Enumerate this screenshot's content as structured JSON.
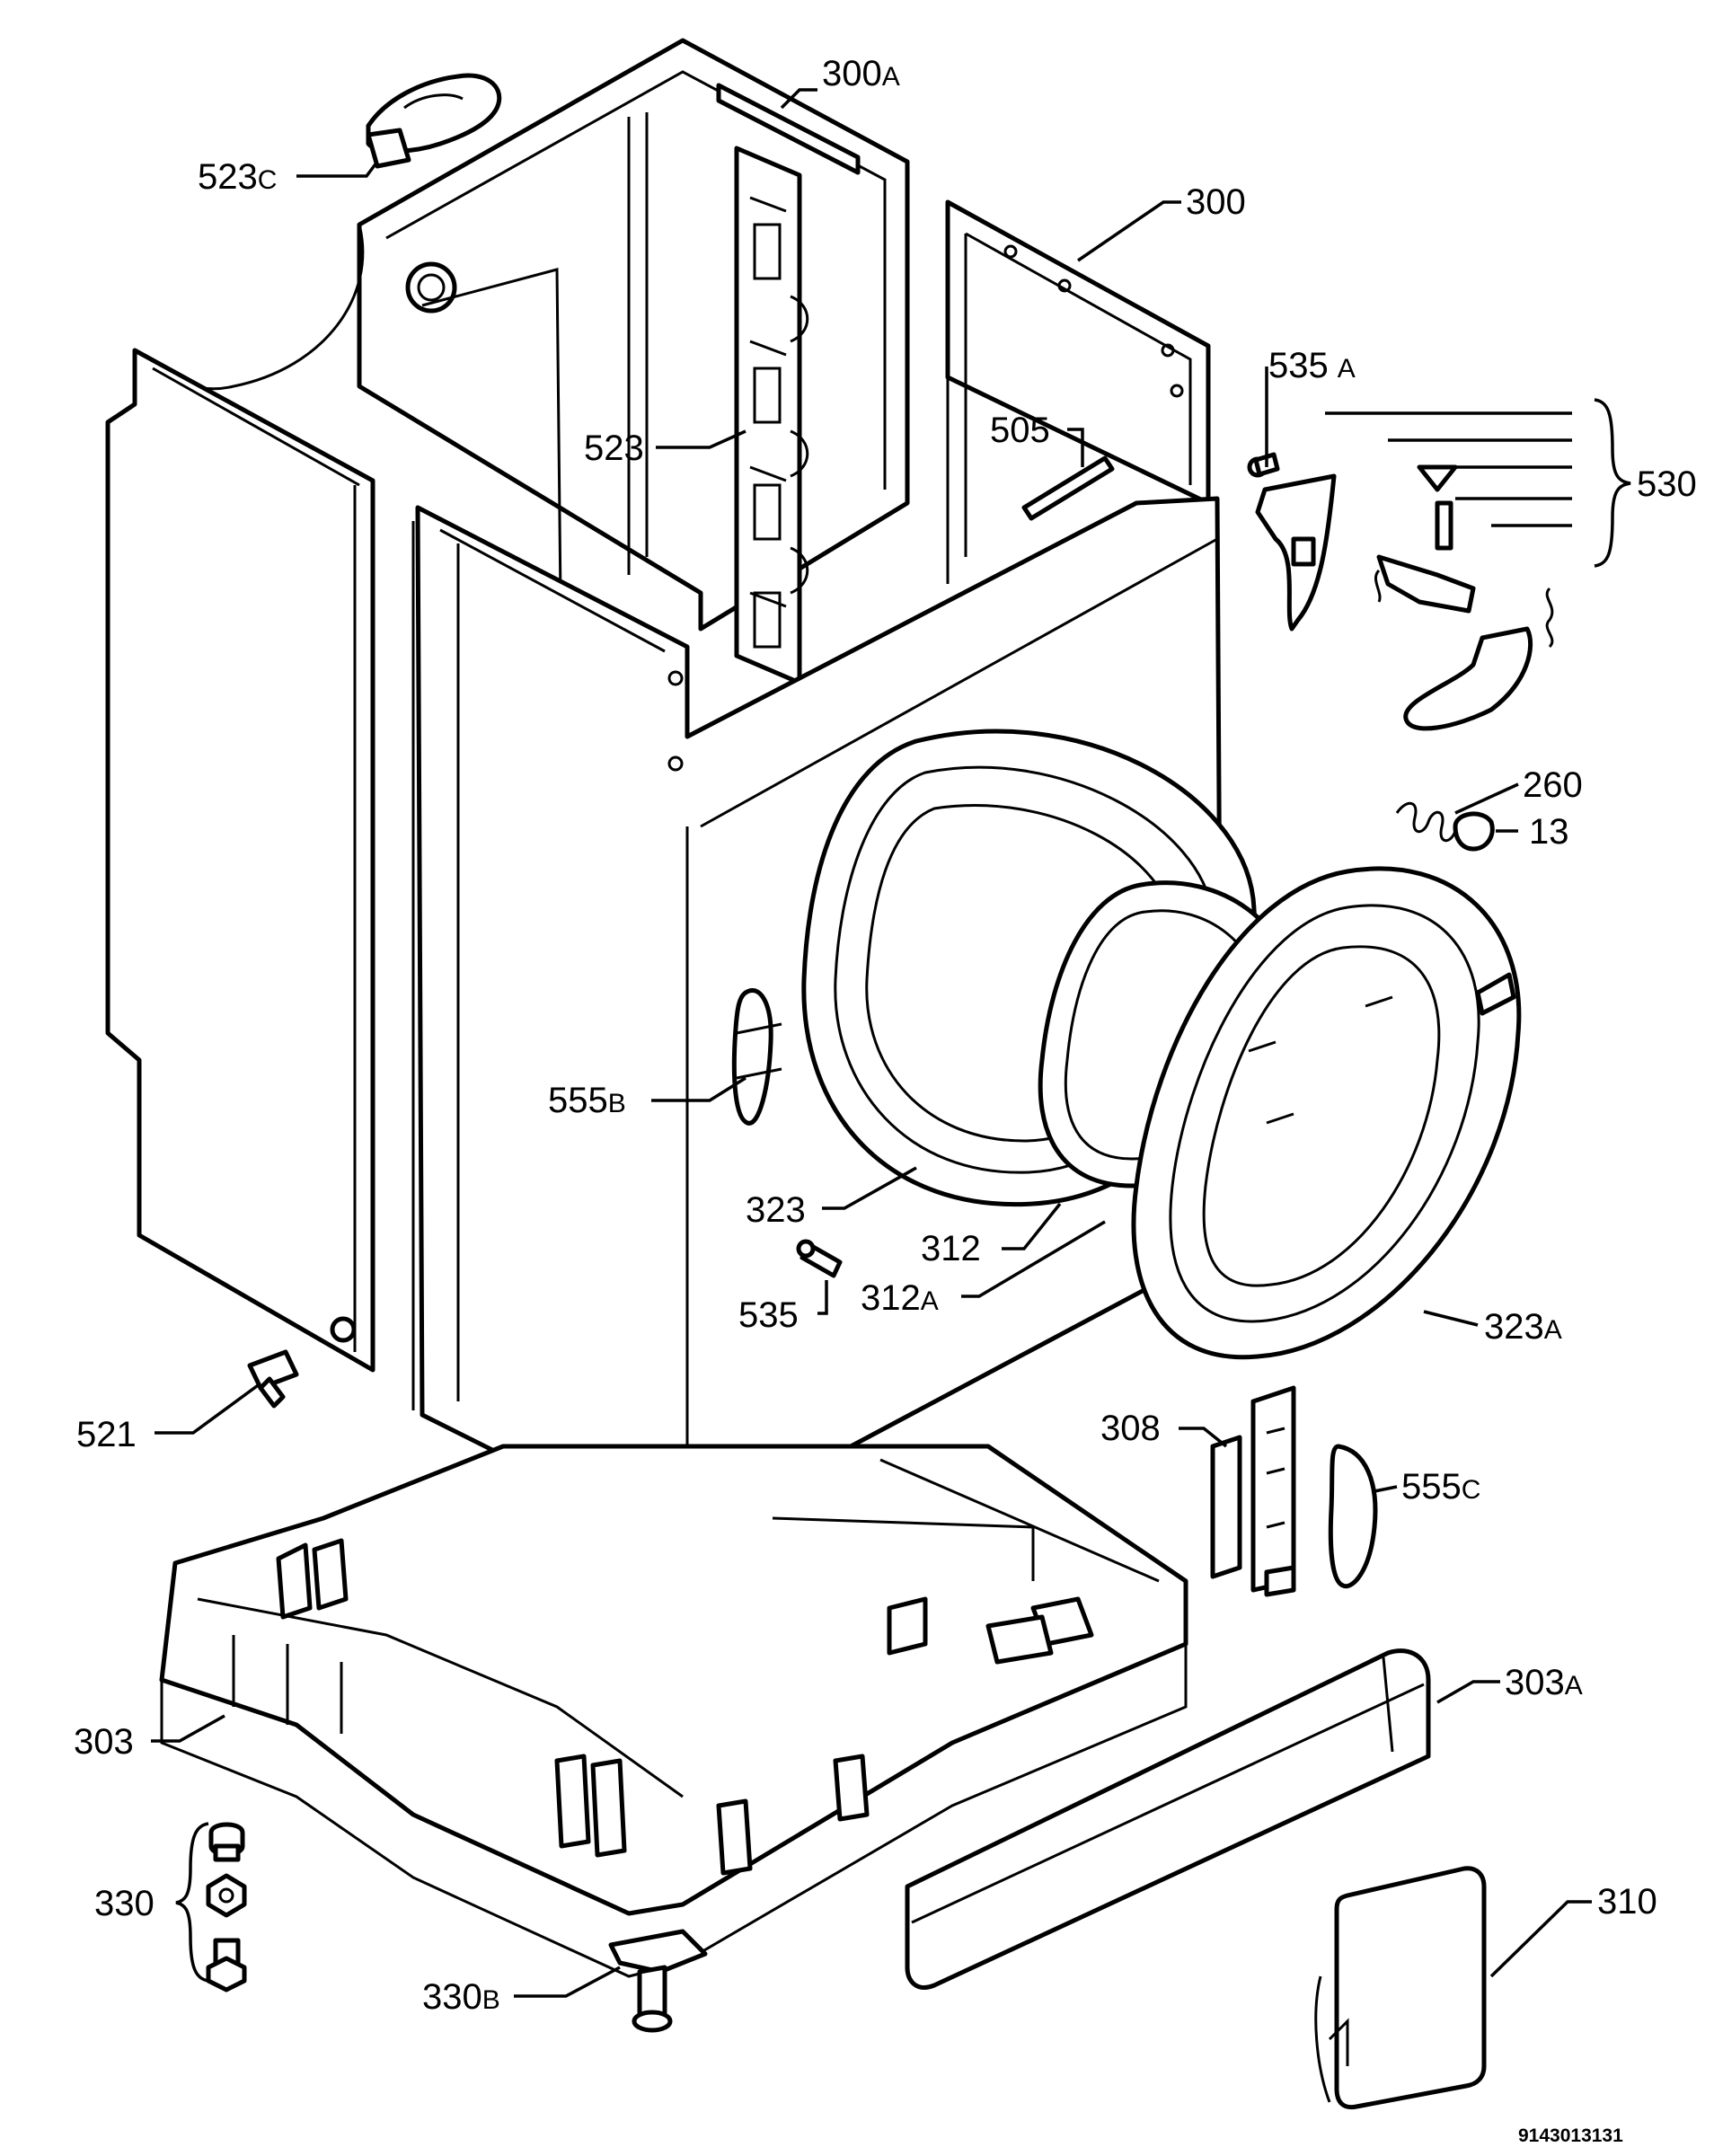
{
  "labels": {
    "l300a": {
      "num": "300",
      "sfx": "A"
    },
    "l300": {
      "num": "300",
      "sfx": ""
    },
    "l523c": {
      "num": "523",
      "sfx": "C"
    },
    "l523": {
      "num": "523",
      "sfx": ""
    },
    "l505": {
      "num": "505",
      "sfx": ""
    },
    "l535a": {
      "num": "535",
      "sfx": "A"
    },
    "l530": {
      "num": "530",
      "sfx": ""
    },
    "l260": {
      "num": "260",
      "sfx": ""
    },
    "l13": {
      "num": "13",
      "sfx": ""
    },
    "l555b": {
      "num": "555",
      "sfx": "B"
    },
    "l323": {
      "num": "323",
      "sfx": ""
    },
    "l312": {
      "num": "312",
      "sfx": ""
    },
    "l312a": {
      "num": "312",
      "sfx": "A"
    },
    "l535": {
      "num": "535",
      "sfx": ""
    },
    "l323a": {
      "num": "323",
      "sfx": "A"
    },
    "l521": {
      "num": "521",
      "sfx": ""
    },
    "l308": {
      "num": "308",
      "sfx": ""
    },
    "l555c": {
      "num": "555",
      "sfx": "C"
    },
    "l303a": {
      "num": "303",
      "sfx": "A"
    },
    "l303": {
      "num": "303",
      "sfx": ""
    },
    "l330": {
      "num": "330",
      "sfx": ""
    },
    "l330b": {
      "num": "330",
      "sfx": "B"
    },
    "l310": {
      "num": "310",
      "sfx": ""
    }
  },
  "drawing_code": "9143013131"
}
